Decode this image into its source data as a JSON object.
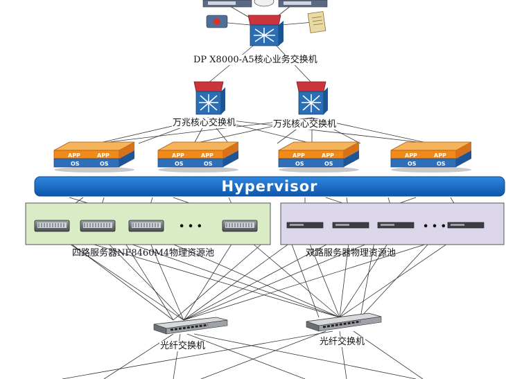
{
  "diagram": {
    "core_switch_label": "DP X8000-A5核心业务交换机",
    "tengig_switches": [
      "万兆核心交换机",
      "万兆核心交换机"
    ],
    "vm_icon_text": {
      "app": "APP",
      "os": "OS"
    },
    "hypervisor_label": "Hypervisor",
    "pool_left_label": "四路服务器NF8460M4物理资源池",
    "pool_right_label": "双路服务器物理资源池",
    "ellipsis": "• • •",
    "fc_switches": [
      "光纤交换机",
      "光纤交换机"
    ]
  },
  "colors": {
    "hypervisor_bar": "#1467c2",
    "pool_left_bg": "#d9ecc6",
    "pool_right_bg": "#dcd6ea",
    "vm_orange": "#f28a1a",
    "vm_blue": "#2f6fb8",
    "switch_red": "#c9343e",
    "switch_blue": "#2a6fb5"
  }
}
